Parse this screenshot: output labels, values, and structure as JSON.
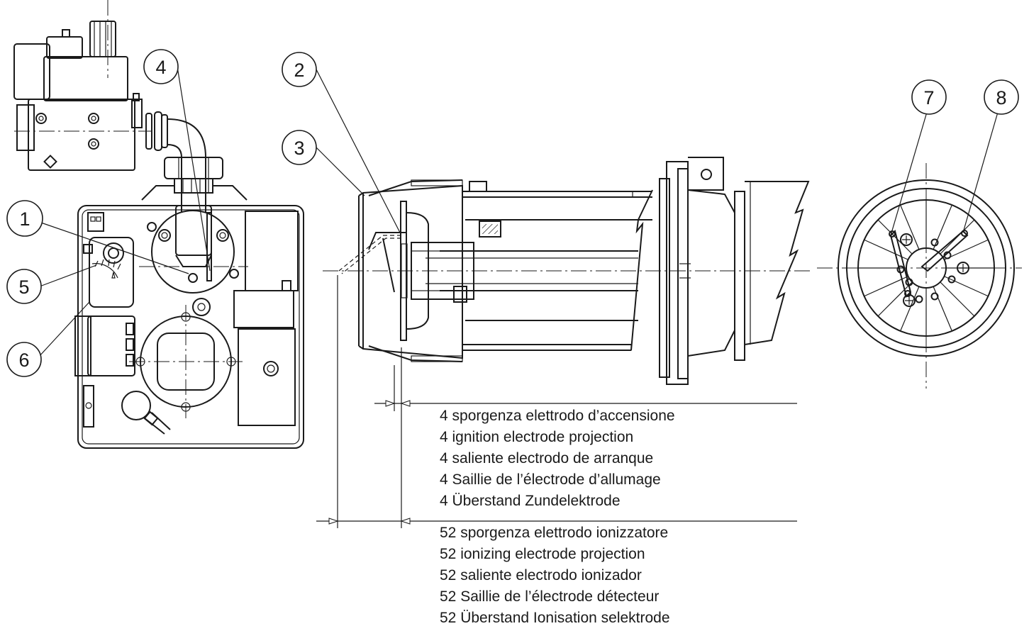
{
  "callouts": [
    "1",
    "2",
    "3",
    "4",
    "5",
    "6",
    "7",
    "8"
  ],
  "legend_ignition": [
    "4 sporgenza elettrodo d’accensione",
    "4 ignition electrode projection",
    "4 saliente electrodo de arranque",
    "4 Saillie de l’électrode d’allumage",
    "4 Überstand Zundelektrode"
  ],
  "legend_ionization": [
    "52 sporgenza elettrodo ionizzatore",
    "52 ionizing electrode projection",
    "52 saliente electrodo ionizador",
    "52 Saillie de l’électrode détecteur",
    "52 Überstand Ionisation selektrode"
  ]
}
